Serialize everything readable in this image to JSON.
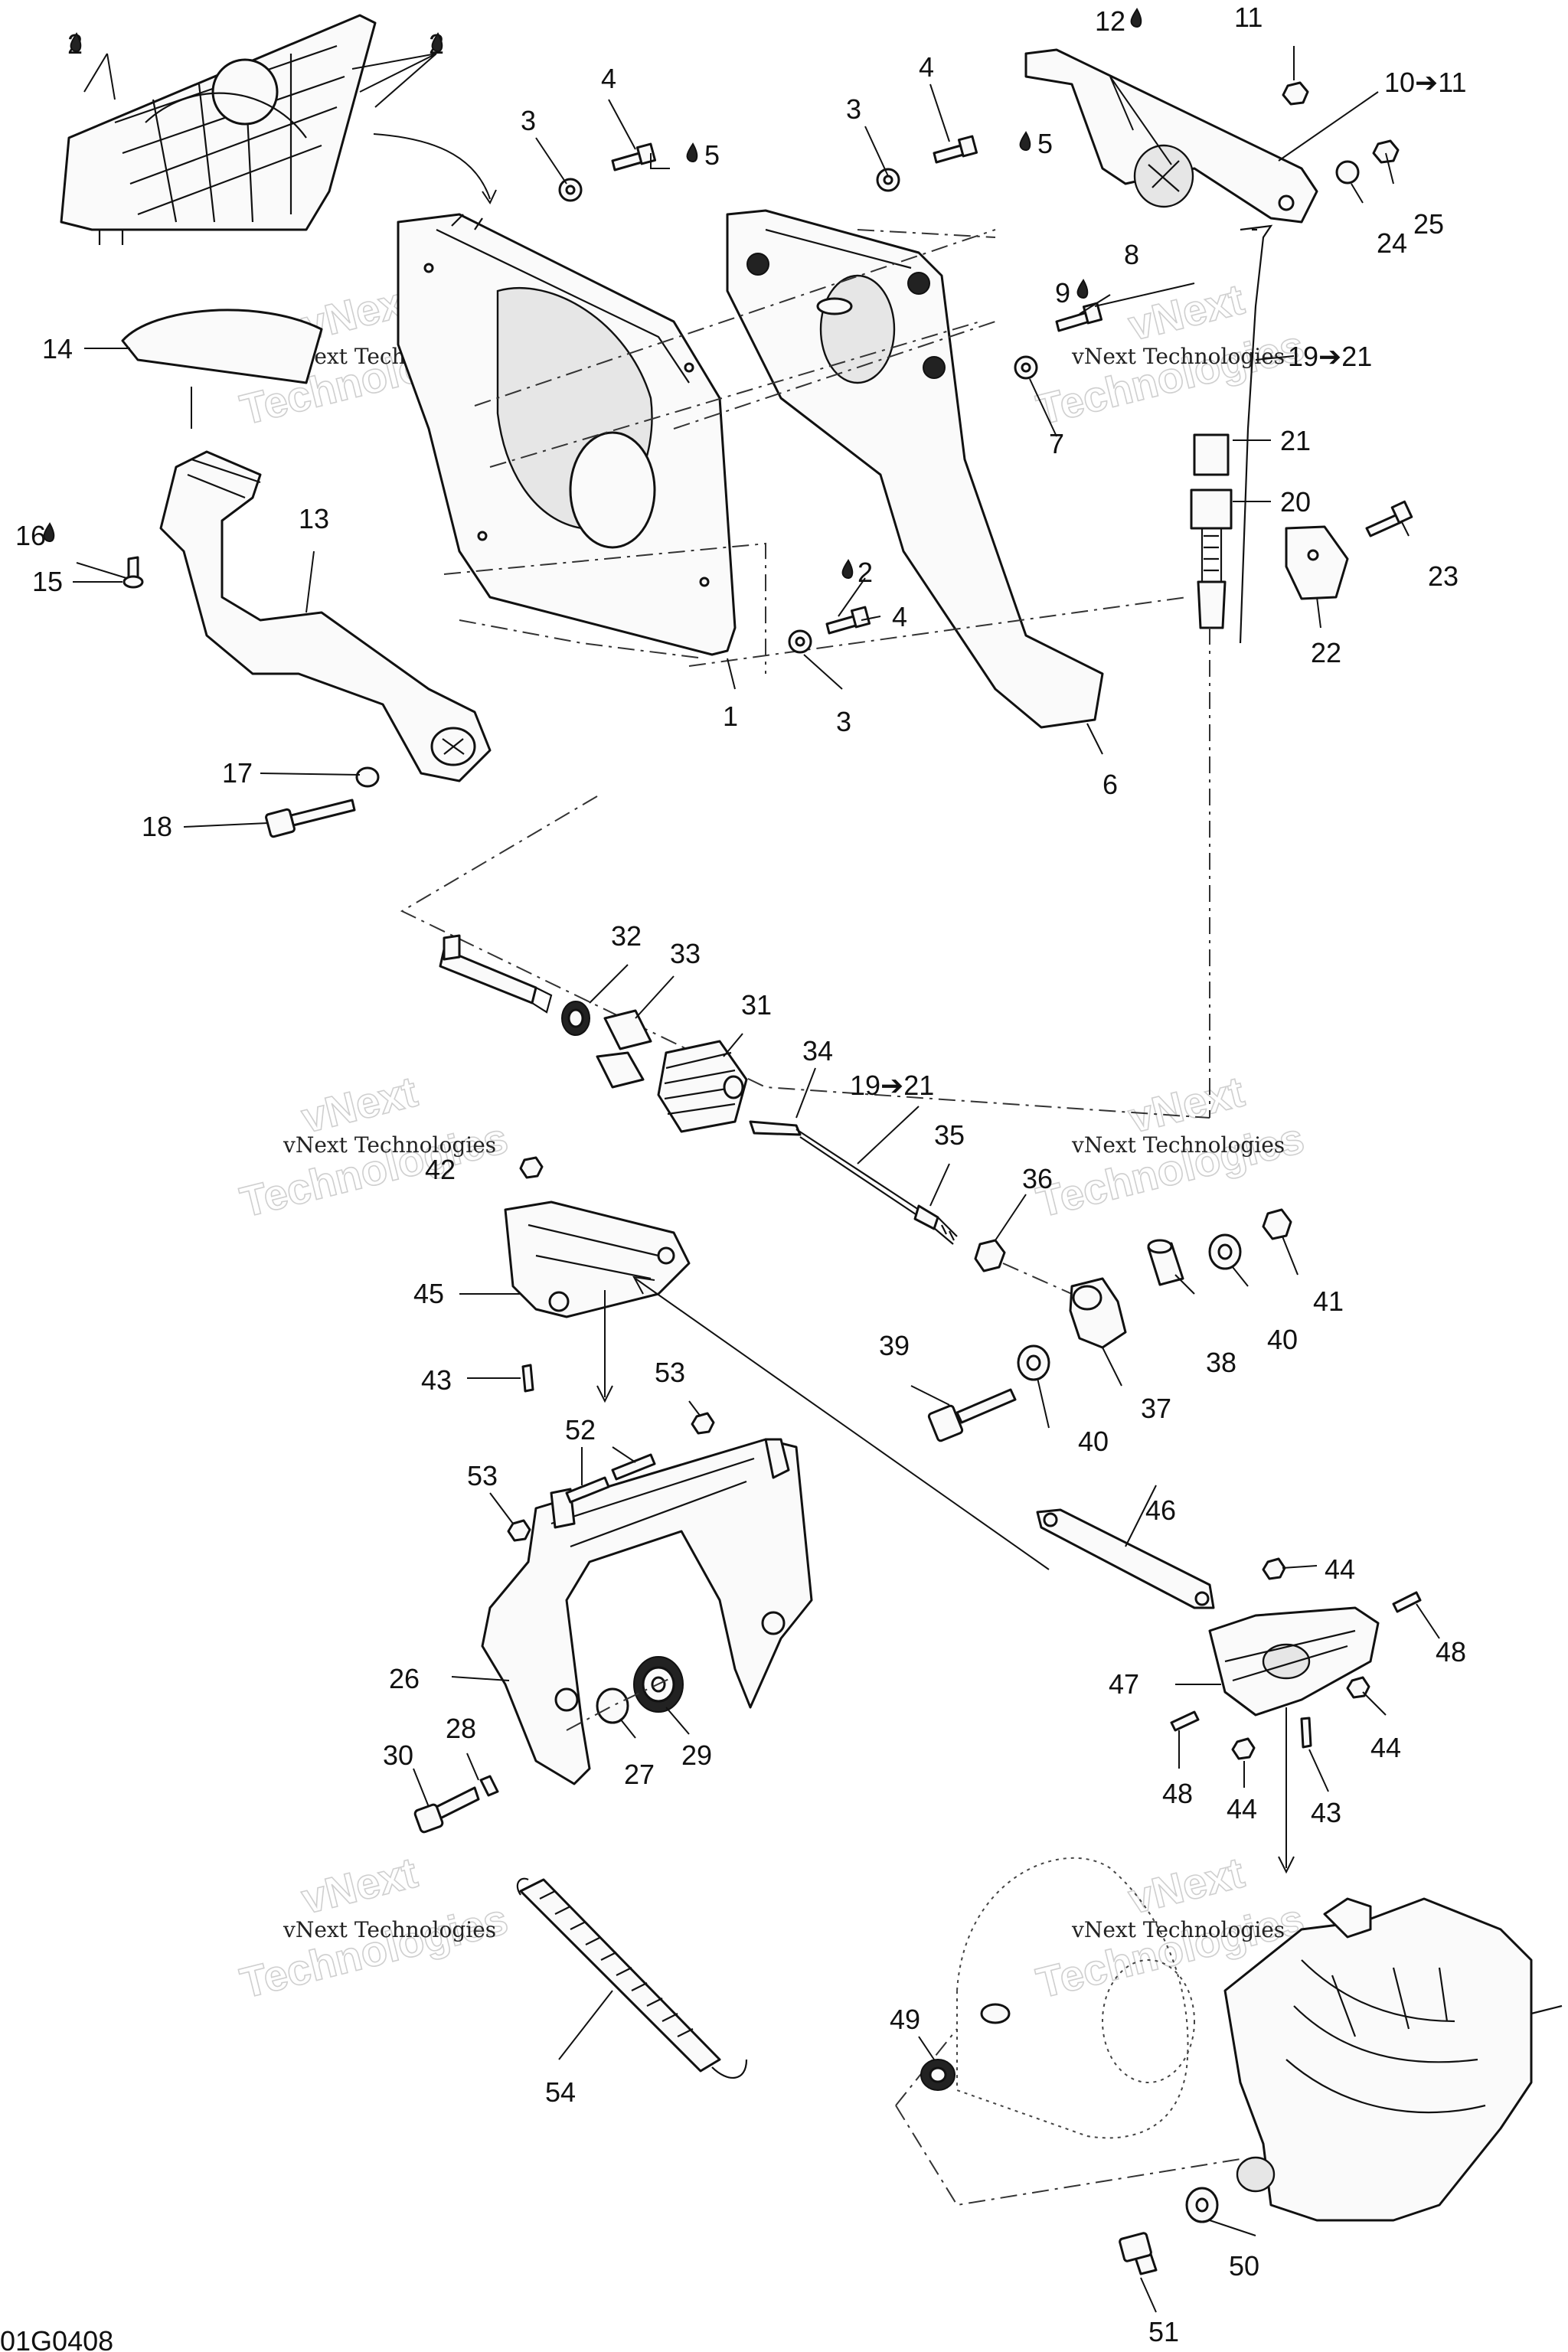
{
  "diagram": {
    "callouts": {
      "c1": "1",
      "c2a": "2",
      "c2b": "2",
      "c2c": "2",
      "c3a": "3",
      "c3b": "3",
      "c3c": "3",
      "c4a": "4",
      "c4b": "4",
      "c4c": "4",
      "c5a": "5",
      "c5b": "5",
      "c6": "6",
      "c7": "7",
      "c8": "8",
      "c9": "9",
      "c10": "10➔11",
      "c11": "11",
      "c12": "12",
      "c13": "13",
      "c14": "14",
      "c15": "15",
      "c16": "16",
      "c17": "17",
      "c18": "18",
      "c19a": "19➔21",
      "c19b": "19➔21",
      "c20": "20",
      "c21": "21",
      "c22": "22",
      "c23": "23",
      "c24": "24",
      "c25": "25",
      "c26": "26",
      "c27": "27",
      "c28": "28",
      "c29": "29",
      "c30": "30",
      "c31": "31",
      "c32": "32",
      "c33": "33",
      "c34": "34",
      "c35": "35",
      "c36": "36",
      "c37": "37",
      "c38": "38",
      "c39": "39",
      "c40a": "40",
      "c40b": "40",
      "c41": "41",
      "c42": "42",
      "c43a": "43",
      "c43b": "43",
      "c44a": "44",
      "c44b": "44",
      "c44c": "44",
      "c45": "45",
      "c46": "46",
      "c47": "47",
      "c48a": "48",
      "c48b": "48",
      "c49": "49",
      "c50": "50",
      "c51": "51",
      "c52": "52",
      "c53a": "53",
      "c53b": "53",
      "c54": "54"
    },
    "watermark_line1": "vNext Technologies",
    "watermark_line2": "Technologies",
    "watermark_line3": "vNext",
    "footer_code": "01G0408"
  }
}
